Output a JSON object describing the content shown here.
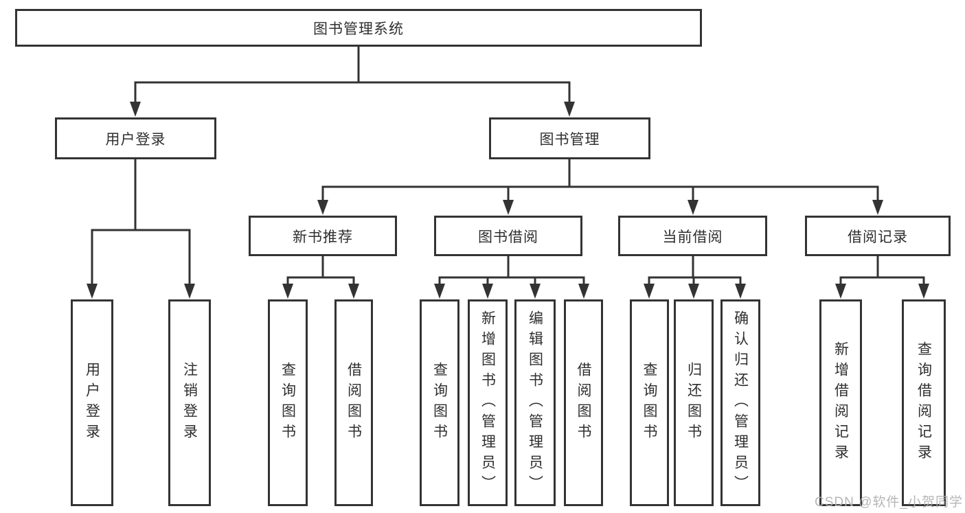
{
  "diagram": {
    "type": "hierarchy-flowchart",
    "root": {
      "label": "图书管理系统"
    },
    "branches": [
      {
        "label": "用户登录",
        "children": [
          {
            "label": "用户登录"
          },
          {
            "label": "注销登录"
          }
        ]
      },
      {
        "label": "图书管理",
        "children": [
          {
            "label": "新书推荐",
            "children": [
              {
                "label": "查询图书"
              },
              {
                "label": "借阅图书"
              }
            ]
          },
          {
            "label": "图书借阅",
            "children": [
              {
                "label": "查询图书"
              },
              {
                "label": "新增图书（管理员）"
              },
              {
                "label": "编辑图书（管理员）"
              },
              {
                "label": "借阅图书"
              }
            ]
          },
          {
            "label": "当前借阅",
            "children": [
              {
                "label": "查询图书"
              },
              {
                "label": "归还图书"
              },
              {
                "label": "确认归还（管理员）"
              }
            ]
          },
          {
            "label": "借阅记录",
            "children": [
              {
                "label": "新增借阅记录"
              },
              {
                "label": "查询借阅记录"
              }
            ]
          }
        ]
      }
    ]
  },
  "watermark": {
    "text": "CSDN @软件_小贺同学"
  },
  "colors": {
    "line": "#333333",
    "box_border": "#333333",
    "text": "#2f2f2f",
    "background": "#ffffff",
    "watermark": "#b2b2b2"
  }
}
